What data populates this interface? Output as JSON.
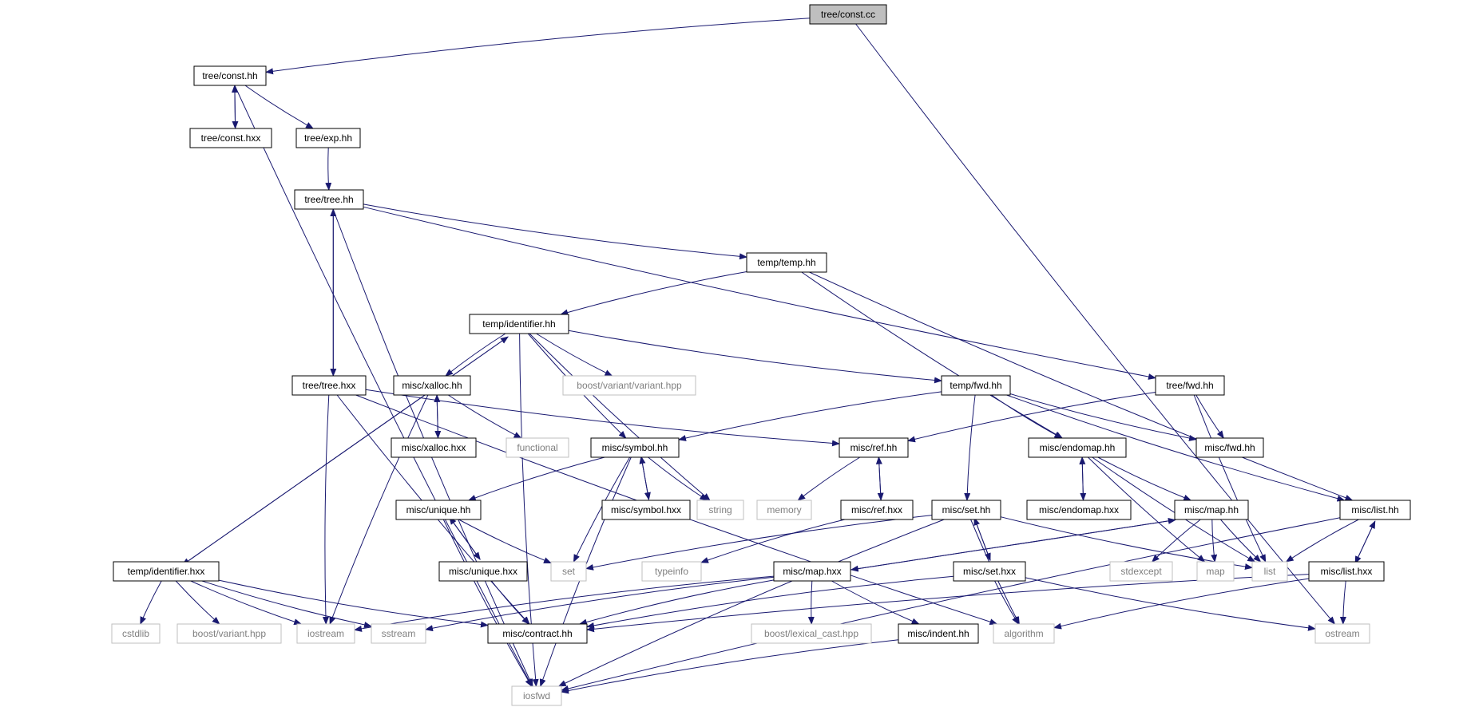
{
  "diagram": {
    "colors": {
      "edge": "#191970",
      "root_fill": "#bfbfbf",
      "project_border": "#000000",
      "system_border": "#bfbfbf",
      "system_text": "#7f7f7f",
      "text": "#000000"
    },
    "nodes": [
      {
        "id": "n_const_cc",
        "label": "tree/const.cc",
        "kind": "root"
      },
      {
        "id": "n_const_hh",
        "label": "tree/const.hh",
        "kind": "project"
      },
      {
        "id": "n_const_hxx",
        "label": "tree/const.hxx",
        "kind": "project"
      },
      {
        "id": "n_exp_hh",
        "label": "tree/exp.hh",
        "kind": "project"
      },
      {
        "id": "n_tree_hh",
        "label": "tree/tree.hh",
        "kind": "project"
      },
      {
        "id": "n_temp_hh",
        "label": "temp/temp.hh",
        "kind": "project"
      },
      {
        "id": "n_ident_hh",
        "label": "temp/identifier.hh",
        "kind": "project"
      },
      {
        "id": "n_tree_hxx",
        "label": "tree/tree.hxx",
        "kind": "project"
      },
      {
        "id": "n_xalloc_hh",
        "label": "misc/xalloc.hh",
        "kind": "project"
      },
      {
        "id": "n_boost_var",
        "label": "boost/variant/variant.hpp",
        "kind": "system"
      },
      {
        "id": "n_temp_fwd",
        "label": "temp/fwd.hh",
        "kind": "project"
      },
      {
        "id": "n_tree_fwd",
        "label": "tree/fwd.hh",
        "kind": "project"
      },
      {
        "id": "n_xalloc_hxx",
        "label": "misc/xalloc.hxx",
        "kind": "project"
      },
      {
        "id": "n_functional",
        "label": "functional",
        "kind": "system"
      },
      {
        "id": "n_symbol_hh",
        "label": "misc/symbol.hh",
        "kind": "project"
      },
      {
        "id": "n_ref_hh",
        "label": "misc/ref.hh",
        "kind": "project"
      },
      {
        "id": "n_endomap_hh",
        "label": "misc/endomap.hh",
        "kind": "project"
      },
      {
        "id": "n_misc_fwd",
        "label": "misc/fwd.hh",
        "kind": "project"
      },
      {
        "id": "n_unique_hh",
        "label": "misc/unique.hh",
        "kind": "project"
      },
      {
        "id": "n_symbol_hxx",
        "label": "misc/symbol.hxx",
        "kind": "project"
      },
      {
        "id": "n_string",
        "label": "string",
        "kind": "system"
      },
      {
        "id": "n_memory",
        "label": "memory",
        "kind": "system"
      },
      {
        "id": "n_ref_hxx",
        "label": "misc/ref.hxx",
        "kind": "project"
      },
      {
        "id": "n_set_hh",
        "label": "misc/set.hh",
        "kind": "project"
      },
      {
        "id": "n_endomap_hxx",
        "label": "misc/endomap.hxx",
        "kind": "project"
      },
      {
        "id": "n_map_hh",
        "label": "misc/map.hh",
        "kind": "project"
      },
      {
        "id": "n_list_hh",
        "label": "misc/list.hh",
        "kind": "project"
      },
      {
        "id": "n_ident_hxx",
        "label": "temp/identifier.hxx",
        "kind": "project"
      },
      {
        "id": "n_unique_hxx",
        "label": "misc/unique.hxx",
        "kind": "project"
      },
      {
        "id": "n_set",
        "label": "set",
        "kind": "system"
      },
      {
        "id": "n_typeinfo",
        "label": "typeinfo",
        "kind": "system"
      },
      {
        "id": "n_map_hxx",
        "label": "misc/map.hxx",
        "kind": "project"
      },
      {
        "id": "n_set_hxx",
        "label": "misc/set.hxx",
        "kind": "project"
      },
      {
        "id": "n_stdexcept",
        "label": "stdexcept",
        "kind": "system"
      },
      {
        "id": "n_map",
        "label": "map",
        "kind": "system"
      },
      {
        "id": "n_list",
        "label": "list",
        "kind": "system"
      },
      {
        "id": "n_list_hxx",
        "label": "misc/list.hxx",
        "kind": "project"
      },
      {
        "id": "n_cstdlib",
        "label": "cstdlib",
        "kind": "system"
      },
      {
        "id": "n_boost_var2",
        "label": "boost/variant.hpp",
        "kind": "system"
      },
      {
        "id": "n_iostream",
        "label": "iostream",
        "kind": "system"
      },
      {
        "id": "n_sstream",
        "label": "sstream",
        "kind": "system"
      },
      {
        "id": "n_contract",
        "label": "misc/contract.hh",
        "kind": "project"
      },
      {
        "id": "n_boost_lex",
        "label": "boost/lexical_cast.hpp",
        "kind": "system"
      },
      {
        "id": "n_indent",
        "label": "misc/indent.hh",
        "kind": "project"
      },
      {
        "id": "n_algorithm",
        "label": "algorithm",
        "kind": "system"
      },
      {
        "id": "n_ostream",
        "label": "ostream",
        "kind": "system"
      },
      {
        "id": "n_iosfwd",
        "label": "iosfwd",
        "kind": "system"
      }
    ],
    "edges": [
      [
        "n_const_cc",
        "n_const_hh"
      ],
      [
        "n_const_cc",
        "n_ostream"
      ],
      [
        "n_const_hh",
        "n_const_hxx"
      ],
      [
        "n_const_hxx",
        "n_const_hh"
      ],
      [
        "n_const_hh",
        "n_exp_hh"
      ],
      [
        "n_const_hh",
        "n_iosfwd"
      ],
      [
        "n_exp_hh",
        "n_tree_hh"
      ],
      [
        "n_tree_hh",
        "n_tree_hxx"
      ],
      [
        "n_tree_hxx",
        "n_tree_hh"
      ],
      [
        "n_tree_hh",
        "n_temp_hh"
      ],
      [
        "n_tree_hh",
        "n_tree_fwd"
      ],
      [
        "n_tree_hh",
        "n_iosfwd"
      ],
      [
        "n_temp_hh",
        "n_ident_hh"
      ],
      [
        "n_temp_hh",
        "n_endomap_hh"
      ],
      [
        "n_temp_hh",
        "n_list_hh"
      ],
      [
        "n_ident_hh",
        "n_xalloc_hh"
      ],
      [
        "n_ident_hh",
        "n_boost_var"
      ],
      [
        "n_ident_hh",
        "n_temp_fwd"
      ],
      [
        "n_ident_hh",
        "n_symbol_hh"
      ],
      [
        "n_ident_hh",
        "n_string"
      ],
      [
        "n_ident_hh",
        "n_ident_hxx"
      ],
      [
        "n_ident_hh",
        "n_iosfwd"
      ],
      [
        "n_ident_hxx",
        "n_ident_hh"
      ],
      [
        "n_tree_hxx",
        "n_ref_hh"
      ],
      [
        "n_tree_hxx",
        "n_iostream"
      ],
      [
        "n_tree_hxx",
        "n_contract"
      ],
      [
        "n_tree_hxx",
        "n_algorithm"
      ],
      [
        "n_xalloc_hh",
        "n_xalloc_hxx"
      ],
      [
        "n_xalloc_hxx",
        "n_xalloc_hh"
      ],
      [
        "n_xalloc_hh",
        "n_functional"
      ],
      [
        "n_xalloc_hh",
        "n_iostream"
      ],
      [
        "n_temp_fwd",
        "n_symbol_hh"
      ],
      [
        "n_temp_fwd",
        "n_set_hh"
      ],
      [
        "n_temp_fwd",
        "n_endomap_hh"
      ],
      [
        "n_temp_fwd",
        "n_misc_fwd"
      ],
      [
        "n_temp_fwd",
        "n_list_hh"
      ],
      [
        "n_tree_fwd",
        "n_ref_hh"
      ],
      [
        "n_tree_fwd",
        "n_misc_fwd"
      ],
      [
        "n_tree_fwd",
        "n_list"
      ],
      [
        "n_symbol_hh",
        "n_unique_hh"
      ],
      [
        "n_symbol_hh",
        "n_symbol_hxx"
      ],
      [
        "n_symbol_hxx",
        "n_symbol_hh"
      ],
      [
        "n_symbol_hh",
        "n_string"
      ],
      [
        "n_symbol_hh",
        "n_set"
      ],
      [
        "n_symbol_hh",
        "n_iosfwd"
      ],
      [
        "n_ref_hh",
        "n_memory"
      ],
      [
        "n_ref_hh",
        "n_ref_hxx"
      ],
      [
        "n_ref_hxx",
        "n_ref_hh"
      ],
      [
        "n_ref_hxx",
        "n_typeinfo"
      ],
      [
        "n_endomap_hh",
        "n_endomap_hxx"
      ],
      [
        "n_endomap_hxx",
        "n_endomap_hh"
      ],
      [
        "n_endomap_hh",
        "n_map_hh"
      ],
      [
        "n_endomap_hh",
        "n_list"
      ],
      [
        "n_endomap_hh",
        "n_map"
      ],
      [
        "n_unique_hh",
        "n_unique_hxx"
      ],
      [
        "n_unique_hxx",
        "n_unique_hh"
      ],
      [
        "n_unique_hh",
        "n_set"
      ],
      [
        "n_unique_hh",
        "n_iosfwd"
      ],
      [
        "n_unique_hxx",
        "n_contract"
      ],
      [
        "n_set_hh",
        "n_set_hxx"
      ],
      [
        "n_set_hxx",
        "n_set_hh"
      ],
      [
        "n_set_hh",
        "n_set"
      ],
      [
        "n_set_hh",
        "n_list"
      ],
      [
        "n_set_hh",
        "n_algorithm"
      ],
      [
        "n_set_hh",
        "n_iosfwd"
      ],
      [
        "n_set_hxx",
        "n_contract"
      ],
      [
        "n_set_hxx",
        "n_algorithm"
      ],
      [
        "n_set_hxx",
        "n_ostream"
      ],
      [
        "n_map_hh",
        "n_map_hxx"
      ],
      [
        "n_map_hxx",
        "n_map_hh"
      ],
      [
        "n_map_hh",
        "n_stdexcept"
      ],
      [
        "n_map_hh",
        "n_map"
      ],
      [
        "n_map_hh",
        "n_list"
      ],
      [
        "n_map_hxx",
        "n_iostream"
      ],
      [
        "n_map_hxx",
        "n_sstream"
      ],
      [
        "n_map_hxx",
        "n_contract"
      ],
      [
        "n_map_hxx",
        "n_boost_lex"
      ],
      [
        "n_map_hxx",
        "n_indent"
      ],
      [
        "n_list_hh",
        "n_list_hxx"
      ],
      [
        "n_list_hxx",
        "n_list_hh"
      ],
      [
        "n_list_hh",
        "n_list"
      ],
      [
        "n_list_hh",
        "n_iosfwd"
      ],
      [
        "n_list_hxx",
        "n_contract"
      ],
      [
        "n_list_hxx",
        "n_algorithm"
      ],
      [
        "n_list_hxx",
        "n_ostream"
      ],
      [
        "n_ident_hxx",
        "n_cstdlib"
      ],
      [
        "n_ident_hxx",
        "n_boost_var2"
      ],
      [
        "n_ident_hxx",
        "n_iostream"
      ],
      [
        "n_ident_hxx",
        "n_sstream"
      ],
      [
        "n_ident_hxx",
        "n_contract"
      ],
      [
        "n_indent",
        "n_iosfwd"
      ]
    ]
  }
}
